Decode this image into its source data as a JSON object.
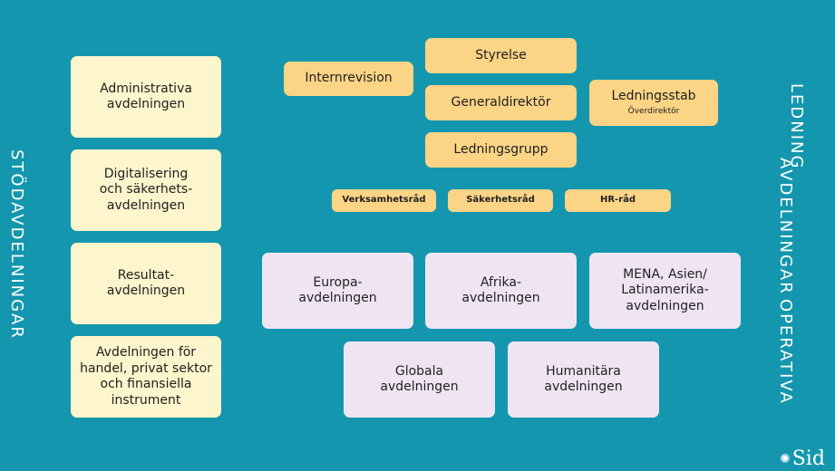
{
  "labels": {
    "left": "STÖDAVDELNINGAR",
    "right_top": "LEDNING",
    "right_bottom_line1": "OPERATIVA",
    "right_bottom_line2": "AVDELNINGAR"
  },
  "support": [
    "Administrativa\navdelningen",
    "Digitalisering\noch säkerhets-\navdelningen",
    "Resultat-\navdelningen",
    "Avdelningen för\nhandel, privat sektor\noch finansiella\ninstrument"
  ],
  "leadership": {
    "internrevision": "Internrevision",
    "styrelse": "Styrelse",
    "generaldirektor": "Generaldirektör",
    "ledningsgrupp": "Ledningsgrupp",
    "ledningsstab": "Ledningsstab",
    "overdirektor": "Överdirektör"
  },
  "councils": [
    "Verksamhetsråd",
    "Säkerhetsråd",
    "HR-råd"
  ],
  "operative": [
    "Europa-\navdelningen",
    "Afrika-\navdelningen",
    "MENA, Asien/\nLatinamerika-\navdelningen",
    "Globala\navdelningen",
    "Humanitära\navdelningen"
  ],
  "logo": {
    "text": "Sid",
    "icon": "sida-logo-mark-icon"
  }
}
